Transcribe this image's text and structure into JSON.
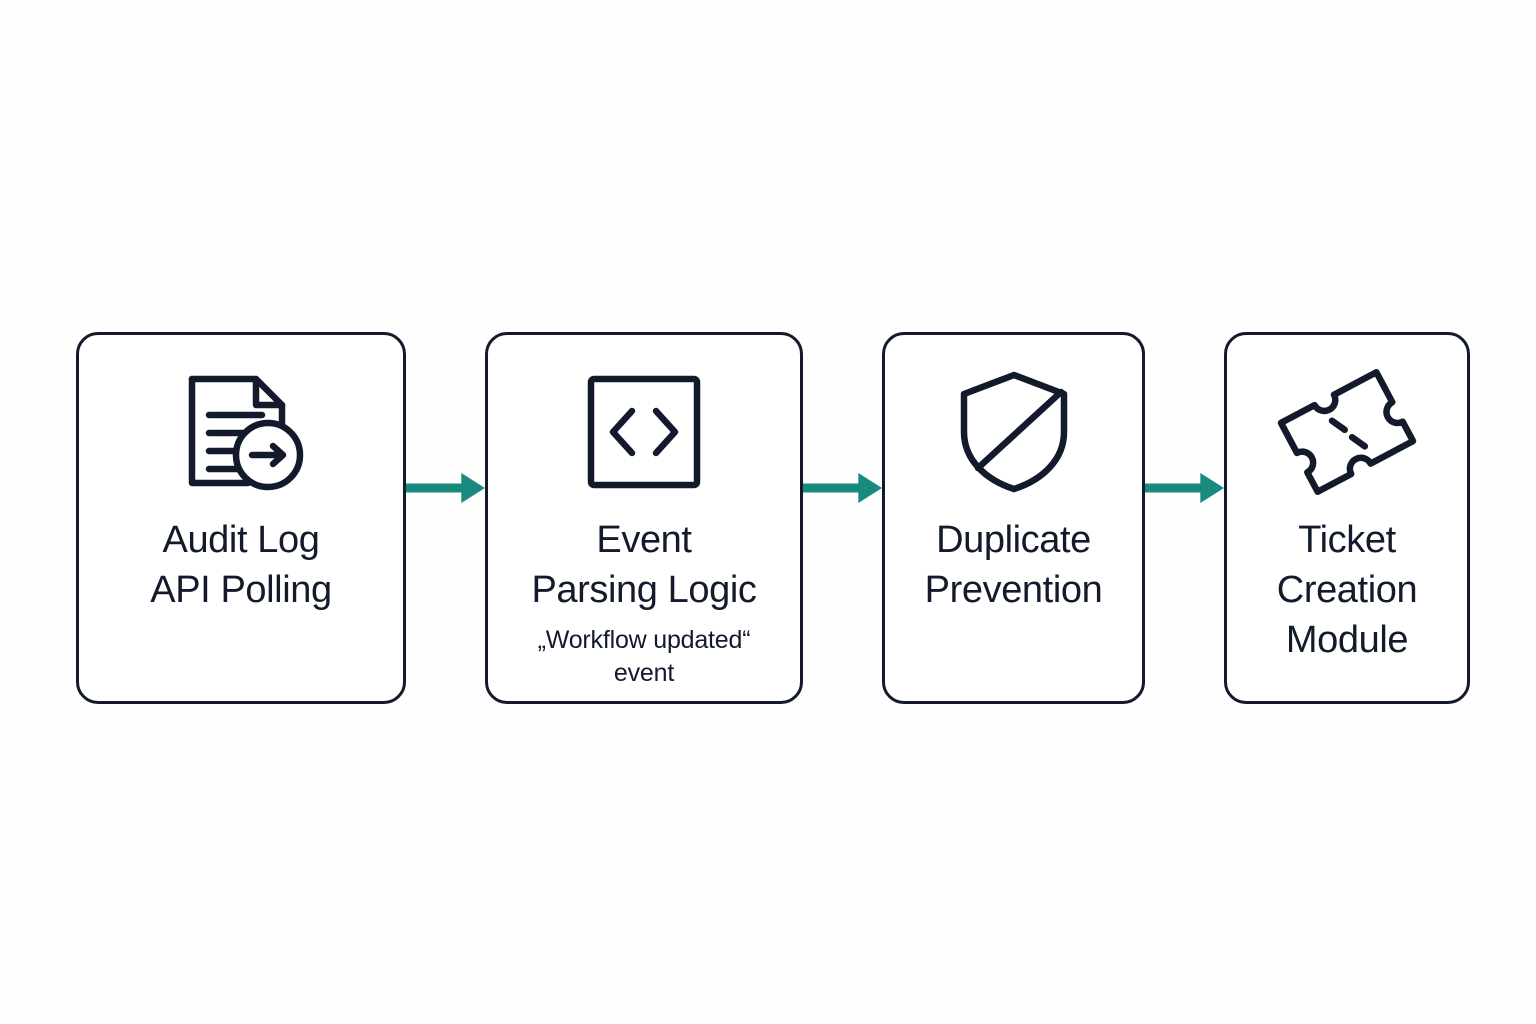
{
  "diagram": {
    "background_color": "#fefefe",
    "node_border_color": "#121a2b",
    "text_color": "#121a2b",
    "arrow_color": "#1a8a7e",
    "nodes": [
      {
        "id": "audit-log-api-polling",
        "icon": "document-arrow-icon",
        "title": "Audit Log\nAPI Polling",
        "subtitle": ""
      },
      {
        "id": "event-parsing-logic",
        "icon": "code-brackets-icon",
        "title": "Event\nParsing Logic",
        "subtitle": "„Workflow updated“\nevent"
      },
      {
        "id": "duplicate-prevention",
        "icon": "shield-slash-icon",
        "title": "Duplicate\nPrevention",
        "subtitle": ""
      },
      {
        "id": "ticket-creation-module",
        "icon": "ticket-icon",
        "title": "Ticket\nCreation\nModule",
        "subtitle": ""
      }
    ],
    "connectors": [
      {
        "id": "arrow-1",
        "from": "audit-log-api-polling",
        "to": "event-parsing-logic",
        "style": "solid-arrow-right"
      },
      {
        "id": "arrow-2",
        "from": "event-parsing-logic",
        "to": "duplicate-prevention",
        "style": "solid-arrow-right"
      },
      {
        "id": "arrow-3",
        "from": "duplicate-prevention",
        "to": "ticket-creation-module",
        "style": "solid-arrow-right"
      }
    ]
  }
}
